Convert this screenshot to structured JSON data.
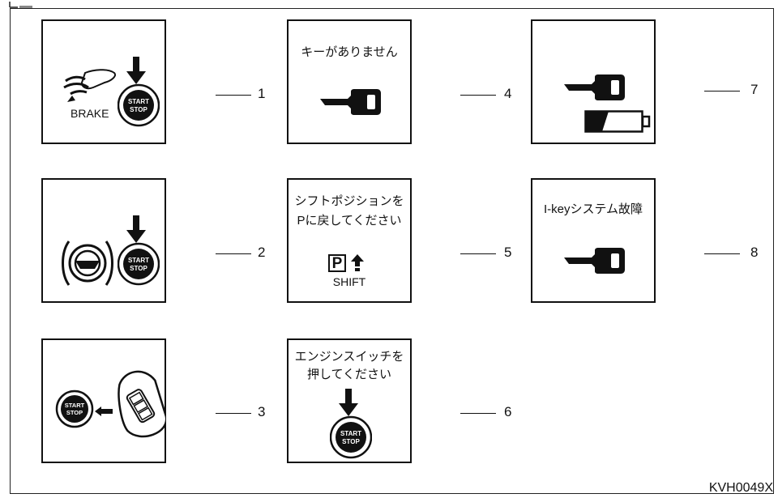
{
  "figure_code": "KVH0049X",
  "icons": {
    "start_stop_button": "start-stop-button-icon",
    "key": "key-icon",
    "battery": "battery-icon",
    "brake_pedal": "brake-pedal-icon",
    "steering_wheel": "steering-wheel-icon",
    "shift_p": "shift-p-icon",
    "smart_key": "smart-key-icon",
    "arrow_down": "arrow-down-icon",
    "arrow_left": "arrow-left-icon"
  },
  "button_text": {
    "line1": "START",
    "line2": "STOP"
  },
  "panels": [
    {
      "number": "1",
      "brake_label": "BRAKE"
    },
    {
      "number": "2"
    },
    {
      "number": "3"
    },
    {
      "number": "4",
      "message": "キーがありません"
    },
    {
      "number": "5",
      "message_line1": "シフトポジションを",
      "message_line2": "Pに戻してください",
      "shift_p": "P",
      "shift_label": "SHIFT"
    },
    {
      "number": "6",
      "message_line1": "エンジンスイッチを",
      "message_line2": "押してください"
    },
    {
      "number": "7"
    },
    {
      "number": "8",
      "message": "I-keyシステム故障"
    }
  ]
}
